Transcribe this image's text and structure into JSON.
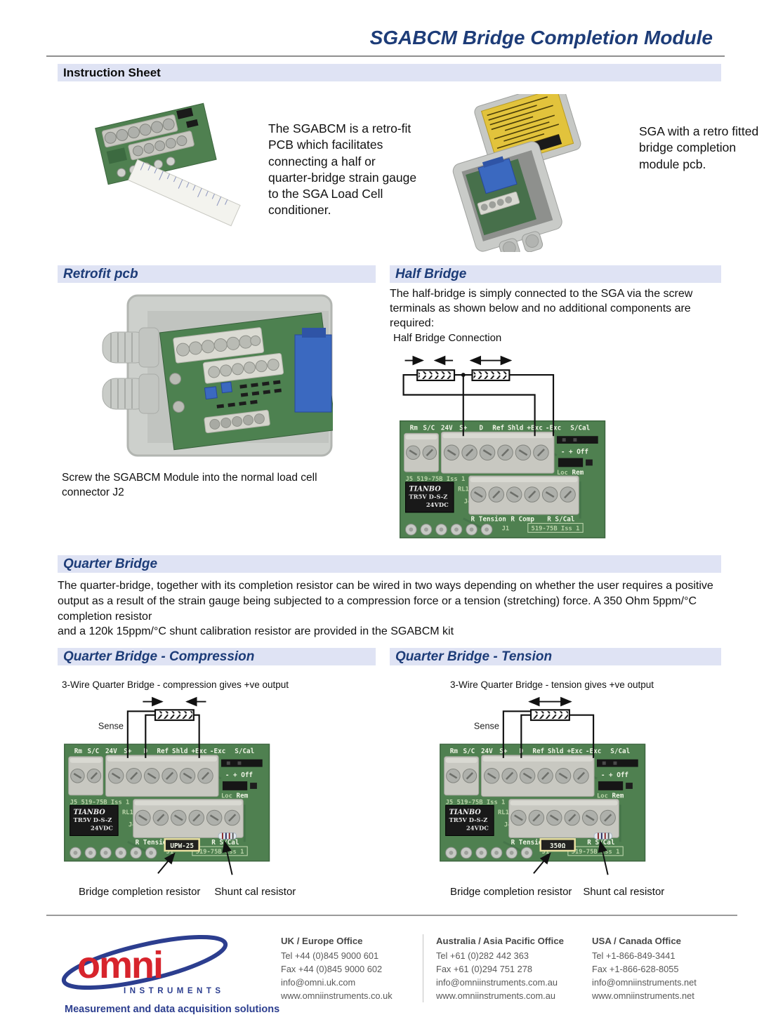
{
  "header": {
    "title": "SGABCM Bridge Completion Module",
    "sheet_label": "Instruction Sheet"
  },
  "intro": {
    "left_caption": "The SGABCM is a retro-fit PCB which facilitates connecting a half or quarter-bridge strain gauge to the SGA Load Cell conditioner.",
    "right_caption": "SGA with a retro fitted  bridge completion module pcb."
  },
  "sections": {
    "retrofit": {
      "title": "Retrofit pcb",
      "caption": "Screw the SGABCM Module into the normal load cell connector J2"
    },
    "half_bridge": {
      "title": "Half Bridge",
      "body": "The half-bridge is simply connected to the SGA via the screw terminals as shown below and no additional components are required:",
      "diagram_label": "Half Bridge Connection"
    },
    "quarter": {
      "title": "Quarter Bridge",
      "body_line1": "The quarter-bridge, together with its completion resistor can be wired in two ways depending on whether the user requires a positive output as a result of the strain gauge being subjected to a compression force or a tension (stretching) force. A 350 Ohm 5ppm/°C completion resistor",
      "body_line2": "and a 120k 15ppm/°C shunt calibration resistor are provided in the SGABCM kit"
    },
    "compression": {
      "title": "Quarter Bridge - Compression",
      "caption": "3-Wire Quarter Bridge - compression gives +ve  output",
      "sense_label": "Sense",
      "resistor_label": "UPW-25",
      "ann1": "Bridge completion resistor",
      "ann2": "Shunt cal resistor"
    },
    "tension": {
      "title": "Quarter Bridge - Tension",
      "caption": "3-Wire Quarter Bridge - tension gives +ve  output",
      "sense_label": "Sense",
      "resistor_label": "350Ω",
      "ann1": "Bridge completion resistor",
      "ann2": "Shunt cal resistor"
    }
  },
  "pcb": {
    "terminals": [
      "Rm",
      "S/C",
      "24V",
      "S+",
      "D",
      "Ref",
      "Shld",
      "+Exc",
      "-Exc",
      "S/Cal"
    ],
    "jumper1": "-  +  Off",
    "jumper2_a": "Loc",
    "jumper2_b": "Rem",
    "silk_top": "J5  519-75B Iss 1",
    "relay": [
      "TIANBO",
      "TR5V D-S-Z",
      "24VDC"
    ],
    "rl1": "RL1",
    "j4": "J4",
    "j1": "J1",
    "bottom_labels": [
      "R Tension",
      "R Comp",
      "R S/Cal"
    ],
    "issue_box": "519-75B Iss 1"
  },
  "footer": {
    "logo": {
      "name": "omni",
      "sub": "INSTRUMENTS",
      "tagline": "Measurement and data acquisition solutions"
    },
    "offices": [
      {
        "title": "UK / Europe Office",
        "lines": [
          "Tel  +44 (0)845 9000 601",
          "Fax +44 (0)845 9000 602",
          "info@omni.uk.com",
          "www.omniinstruments.co.uk"
        ]
      },
      {
        "title": "Australia / Asia Pacific Office",
        "lines": [
          "Tel  +61 (0)282 442 363",
          "Fax +61 (0)294 751 278",
          "info@omniinstruments.com.au",
          "www.omniinstruments.com.au"
        ]
      },
      {
        "title": "USA / Canada Office",
        "lines": [
          "Tel  +1-866-849-3441",
          "Fax +1-866-628-8055",
          "info@omniinstruments.net",
          "www.omniinstruments.net"
        ]
      }
    ]
  }
}
